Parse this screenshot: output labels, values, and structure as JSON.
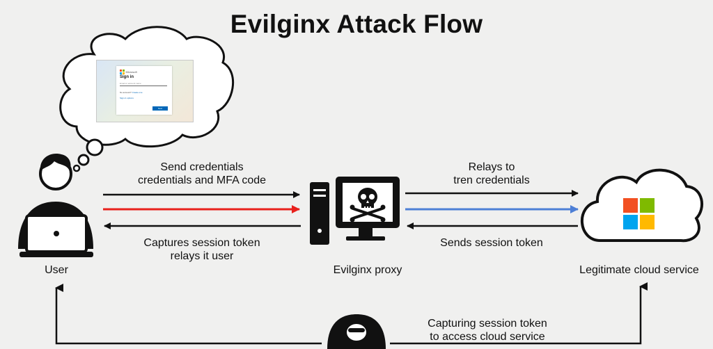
{
  "title": "Evilginx Attack Flow",
  "nodes": {
    "user": "User",
    "proxy": "Evilginx proxy",
    "cloud": "Legitimate cloud service"
  },
  "arrows": {
    "send_credentials": [
      "Send credentials",
      "credentials and MFA code"
    ],
    "relays": [
      "Relays to",
      "tren credentials"
    ],
    "captures": [
      "Captures session token",
      "relays it user"
    ],
    "sends_token": [
      "Sends session token"
    ],
    "capturing": [
      "Capturing session token",
      "to access cloud service"
    ]
  },
  "phish_page": {
    "brand": "Microsoft",
    "heading": "Sign in",
    "input_placeholder": "Email or account name",
    "no_account_prefix": "No account?",
    "no_account_link": "Create one",
    "options_link": "Sign-in options",
    "next_button": "Next"
  },
  "colors": {
    "red_arrow": "#e8201c",
    "blue_arrow": "#4d7fd6",
    "ms_red": "#f25022",
    "ms_green": "#7fba00",
    "ms_blue": "#00a4ef",
    "ms_yellow": "#ffb900"
  },
  "icons": [
    "thought-cloud",
    "user-laptop-icon",
    "skull-monitor-icon",
    "cloud-icon",
    "microsoft-logo-icon",
    "hooded-hacker-icon"
  ]
}
